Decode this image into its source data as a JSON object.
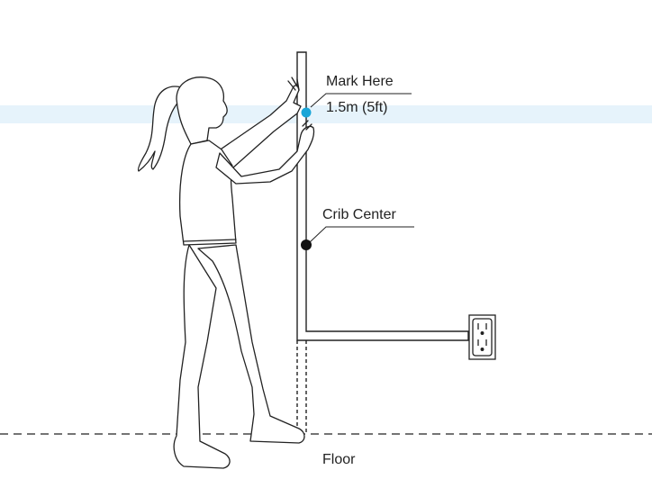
{
  "labels": {
    "mark_here": "Mark Here",
    "height": "1.5m (5ft)",
    "crib_center": "Crib Center",
    "floor": "Floor"
  },
  "colors": {
    "line": "#222222",
    "highlight_band": "#e6f3fb",
    "mark_dot": "#1aa6d8",
    "crib_dot": "#111111"
  }
}
